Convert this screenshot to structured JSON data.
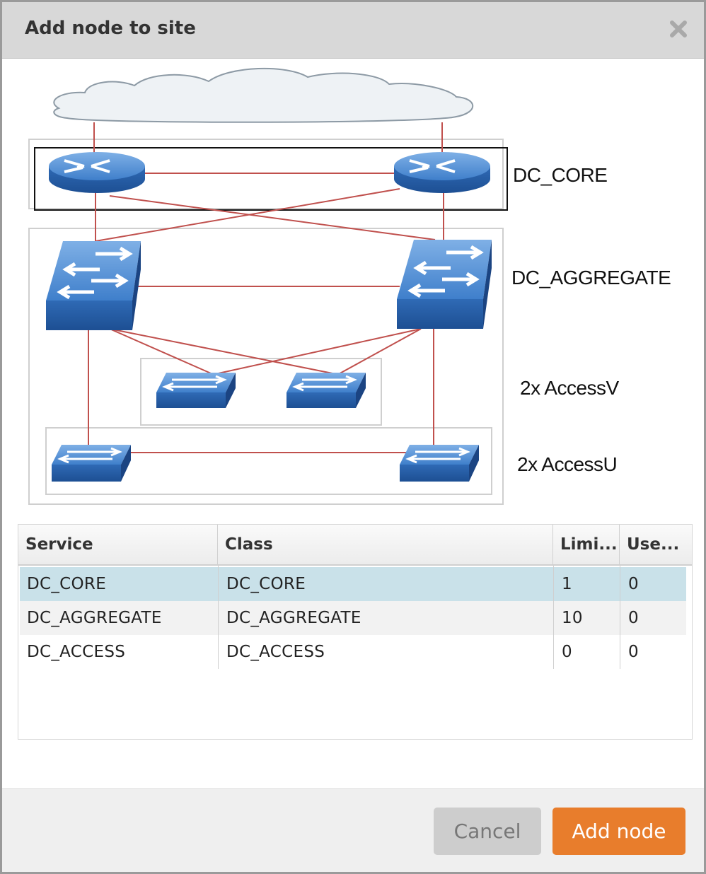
{
  "dialog": {
    "title": "Add node to site",
    "close_icon": "close-icon"
  },
  "diagram": {
    "labels": {
      "core": "DC_CORE",
      "aggregate": "DC_AGGREGATE",
      "access_v": "2x AccessV",
      "access_u": "2x AccessU"
    },
    "colors": {
      "device_blue": "#3f7fcb",
      "link_red": "#c0504d",
      "cloud_fill": "#eef2f5"
    }
  },
  "table": {
    "columns": [
      "Service",
      "Class",
      "Limi...",
      "Use..."
    ],
    "rows": [
      {
        "service": "DC_CORE",
        "class": "DC_CORE",
        "limit": "1",
        "used": "0"
      },
      {
        "service": "DC_AGGREGATE",
        "class": "DC_AGGREGATE",
        "limit": "10",
        "used": "0"
      },
      {
        "service": "DC_ACCESS",
        "class": "DC_ACCESS",
        "limit": "0",
        "used": "0"
      }
    ],
    "selected_row": 0
  },
  "footer": {
    "cancel_label": "Cancel",
    "add_label": "Add node"
  }
}
